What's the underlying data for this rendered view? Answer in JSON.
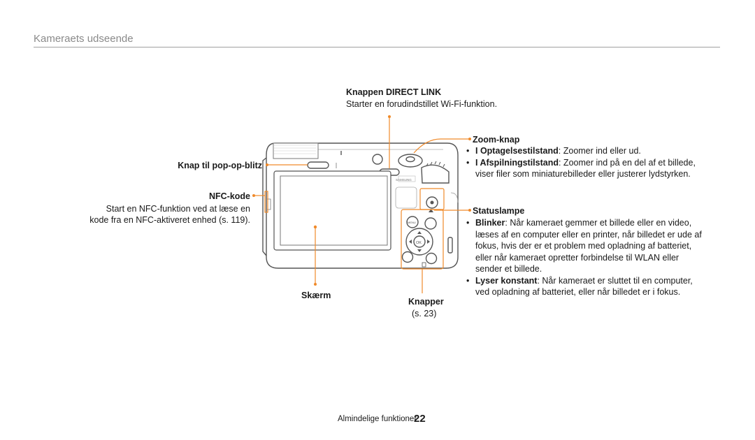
{
  "section_title": "Kameraets udseende",
  "labels": {
    "direct_link": {
      "title": "Knappen DIRECT LINK",
      "desc": "Starter en forudindstillet Wi-Fi-funktion."
    },
    "popup_flash": "Knap til pop-op-blitz",
    "nfc": {
      "title": "NFC-kode",
      "desc_line1": "Start en NFC-funktion ved at læse en",
      "desc_line2": "kode fra en NFC-aktiveret enhed (s. 119)."
    },
    "screen": "Skærm",
    "buttons": {
      "title": "Knapper",
      "ref": "(s. 23)"
    },
    "zoom": {
      "title": "Zoom-knap",
      "items": [
        {
          "term": "I Optagelsestilstand",
          "text": ": Zoomer ind eller ud."
        },
        {
          "term": "I Afspilningstilstand",
          "text": ": Zoomer ind på en del af et billede, viser filer som miniaturebilleder eller justerer lydstyrken."
        }
      ]
    },
    "status_lamp": {
      "title": "Statuslampe",
      "items": [
        {
          "term": "Blinker",
          "text": ": Når kameraet gemmer et billede eller en video, læses af en computer eller en printer, når billedet er ude af fokus, hvis der er et problem med opladning af batteriet, eller når kameraet opretter forbindelse til WLAN eller sender et billede."
        },
        {
          "term": "Lyser konstant",
          "text": ": Når kameraet er sluttet til en computer, ved opladning af batteriet, eller når billedet er i fokus."
        }
      ]
    }
  },
  "camera_text": {
    "brand": "SAMSUNG",
    "ok": "OK",
    "menu": "MENU"
  },
  "footer": {
    "label": "Almindelige funktioner",
    "page": "22"
  },
  "colors": {
    "callout": "#f08a2a",
    "camera_body": "#555555"
  }
}
